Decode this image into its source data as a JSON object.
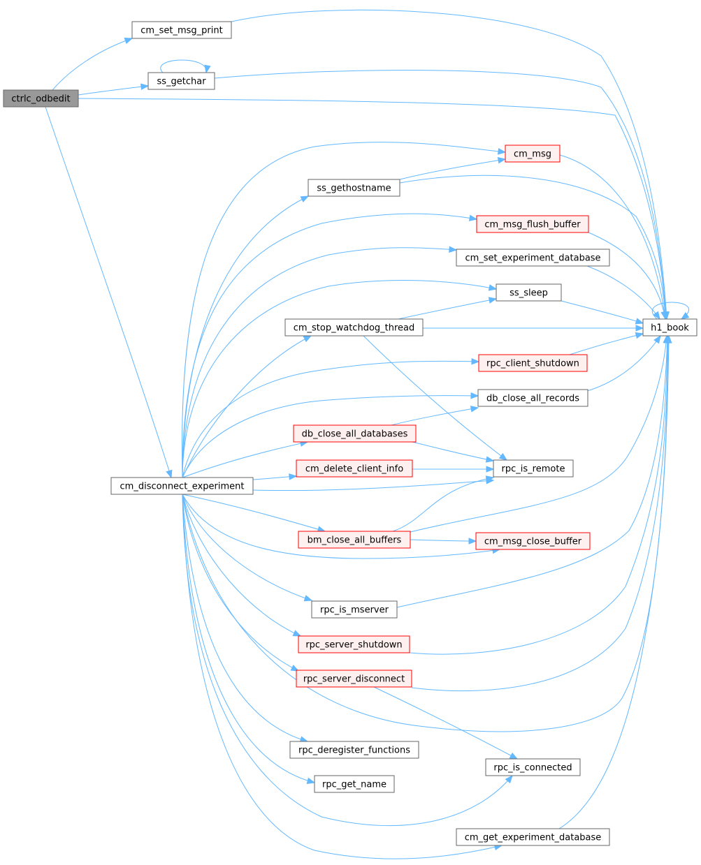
{
  "colors": {
    "edge": "#63b8ff",
    "root_fill": "#999999",
    "root_stroke": "#666666",
    "normal_fill": "#ffffff",
    "normal_stroke": "#666666",
    "highlight_fill": "#fff0f0",
    "highlight_stroke": "#ff0000"
  },
  "nodes": [
    {
      "id": "ctrlc_odbedit",
      "label": "ctrlc_odbedit",
      "style": "root"
    },
    {
      "id": "cm_set_msg_print",
      "label": "cm_set_msg_print",
      "style": "normal"
    },
    {
      "id": "ss_getchar",
      "label": "ss_getchar",
      "style": "normal"
    },
    {
      "id": "cm_msg",
      "label": "cm_msg",
      "style": "highlight"
    },
    {
      "id": "ss_gethostname",
      "label": "ss_gethostname",
      "style": "normal"
    },
    {
      "id": "cm_msg_flush_buffer",
      "label": "cm_msg_flush_buffer",
      "style": "highlight"
    },
    {
      "id": "cm_set_experiment_database",
      "label": "cm_set_experiment_database",
      "style": "normal"
    },
    {
      "id": "ss_sleep",
      "label": "ss_sleep",
      "style": "normal"
    },
    {
      "id": "cm_stop_watchdog_thread",
      "label": "cm_stop_watchdog_thread",
      "style": "normal"
    },
    {
      "id": "h1_book",
      "label": "h1_book",
      "style": "normal"
    },
    {
      "id": "rpc_client_shutdown",
      "label": "rpc_client_shutdown",
      "style": "highlight"
    },
    {
      "id": "db_close_all_records",
      "label": "db_close_all_records",
      "style": "normal"
    },
    {
      "id": "db_close_all_databases",
      "label": "db_close_all_databases",
      "style": "highlight"
    },
    {
      "id": "cm_delete_client_info",
      "label": "cm_delete_client_info",
      "style": "highlight"
    },
    {
      "id": "rpc_is_remote",
      "label": "rpc_is_remote",
      "style": "normal"
    },
    {
      "id": "cm_disconnect_experiment",
      "label": "cm_disconnect_experiment",
      "style": "normal"
    },
    {
      "id": "bm_close_all_buffers",
      "label": "bm_close_all_buffers",
      "style": "highlight"
    },
    {
      "id": "cm_msg_close_buffer",
      "label": "cm_msg_close_buffer",
      "style": "highlight"
    },
    {
      "id": "rpc_is_mserver",
      "label": "rpc_is_mserver",
      "style": "normal"
    },
    {
      "id": "rpc_server_shutdown",
      "label": "rpc_server_shutdown",
      "style": "highlight"
    },
    {
      "id": "rpc_server_disconnect",
      "label": "rpc_server_disconnect",
      "style": "highlight"
    },
    {
      "id": "rpc_deregister_functions",
      "label": "rpc_deregister_functions",
      "style": "normal"
    },
    {
      "id": "rpc_is_connected",
      "label": "rpc_is_connected",
      "style": "normal"
    },
    {
      "id": "rpc_get_name",
      "label": "rpc_get_name",
      "style": "normal"
    },
    {
      "id": "cm_get_experiment_database",
      "label": "cm_get_experiment_database",
      "style": "normal"
    }
  ],
  "edges": [
    {
      "from": "ctrlc_odbedit",
      "to": "cm_set_msg_print"
    },
    {
      "from": "ctrlc_odbedit",
      "to": "ss_getchar"
    },
    {
      "from": "ctrlc_odbedit",
      "to": "h1_book"
    },
    {
      "from": "ctrlc_odbedit",
      "to": "cm_disconnect_experiment"
    },
    {
      "from": "cm_set_msg_print",
      "to": "h1_book"
    },
    {
      "from": "ss_getchar",
      "to": "ss_getchar"
    },
    {
      "from": "ss_getchar",
      "to": "h1_book"
    },
    {
      "from": "cm_msg",
      "to": "h1_book"
    },
    {
      "from": "ss_gethostname",
      "to": "cm_msg"
    },
    {
      "from": "ss_gethostname",
      "to": "h1_book"
    },
    {
      "from": "cm_msg_flush_buffer",
      "to": "h1_book"
    },
    {
      "from": "cm_set_experiment_database",
      "to": "h1_book"
    },
    {
      "from": "ss_sleep",
      "to": "h1_book"
    },
    {
      "from": "cm_stop_watchdog_thread",
      "to": "ss_sleep"
    },
    {
      "from": "cm_stop_watchdog_thread",
      "to": "h1_book"
    },
    {
      "from": "cm_stop_watchdog_thread",
      "to": "rpc_is_remote"
    },
    {
      "from": "h1_book",
      "to": "h1_book"
    },
    {
      "from": "rpc_client_shutdown",
      "to": "h1_book"
    },
    {
      "from": "db_close_all_records",
      "to": "h1_book"
    },
    {
      "from": "db_close_all_databases",
      "to": "db_close_all_records"
    },
    {
      "from": "db_close_all_databases",
      "to": "rpc_is_remote"
    },
    {
      "from": "cm_delete_client_info",
      "to": "rpc_is_remote"
    },
    {
      "from": "cm_disconnect_experiment",
      "to": "cm_msg"
    },
    {
      "from": "cm_disconnect_experiment",
      "to": "ss_gethostname"
    },
    {
      "from": "cm_disconnect_experiment",
      "to": "cm_msg_flush_buffer"
    },
    {
      "from": "cm_disconnect_experiment",
      "to": "cm_set_experiment_database"
    },
    {
      "from": "cm_disconnect_experiment",
      "to": "ss_sleep"
    },
    {
      "from": "cm_disconnect_experiment",
      "to": "cm_stop_watchdog_thread"
    },
    {
      "from": "cm_disconnect_experiment",
      "to": "rpc_client_shutdown"
    },
    {
      "from": "cm_disconnect_experiment",
      "to": "db_close_all_records"
    },
    {
      "from": "cm_disconnect_experiment",
      "to": "db_close_all_databases"
    },
    {
      "from": "cm_disconnect_experiment",
      "to": "cm_delete_client_info"
    },
    {
      "from": "cm_disconnect_experiment",
      "to": "rpc_is_remote"
    },
    {
      "from": "cm_disconnect_experiment",
      "to": "bm_close_all_buffers"
    },
    {
      "from": "cm_disconnect_experiment",
      "to": "cm_msg_close_buffer"
    },
    {
      "from": "cm_disconnect_experiment",
      "to": "rpc_is_mserver"
    },
    {
      "from": "cm_disconnect_experiment",
      "to": "rpc_server_shutdown"
    },
    {
      "from": "cm_disconnect_experiment",
      "to": "rpc_server_disconnect"
    },
    {
      "from": "cm_disconnect_experiment",
      "to": "h1_book"
    },
    {
      "from": "cm_disconnect_experiment",
      "to": "rpc_deregister_functions"
    },
    {
      "from": "cm_disconnect_experiment",
      "to": "rpc_get_name"
    },
    {
      "from": "cm_disconnect_experiment",
      "to": "rpc_is_connected"
    },
    {
      "from": "cm_disconnect_experiment",
      "to": "cm_get_experiment_database"
    },
    {
      "from": "bm_close_all_buffers",
      "to": "rpc_is_remote"
    },
    {
      "from": "bm_close_all_buffers",
      "to": "cm_msg_close_buffer"
    },
    {
      "from": "bm_close_all_buffers",
      "to": "h1_book"
    },
    {
      "from": "rpc_is_mserver",
      "to": "h1_book"
    },
    {
      "from": "rpc_server_shutdown",
      "to": "h1_book"
    },
    {
      "from": "rpc_server_disconnect",
      "to": "h1_book"
    },
    {
      "from": "rpc_server_disconnect",
      "to": "rpc_is_connected"
    },
    {
      "from": "cm_get_experiment_database",
      "to": "h1_book"
    }
  ]
}
